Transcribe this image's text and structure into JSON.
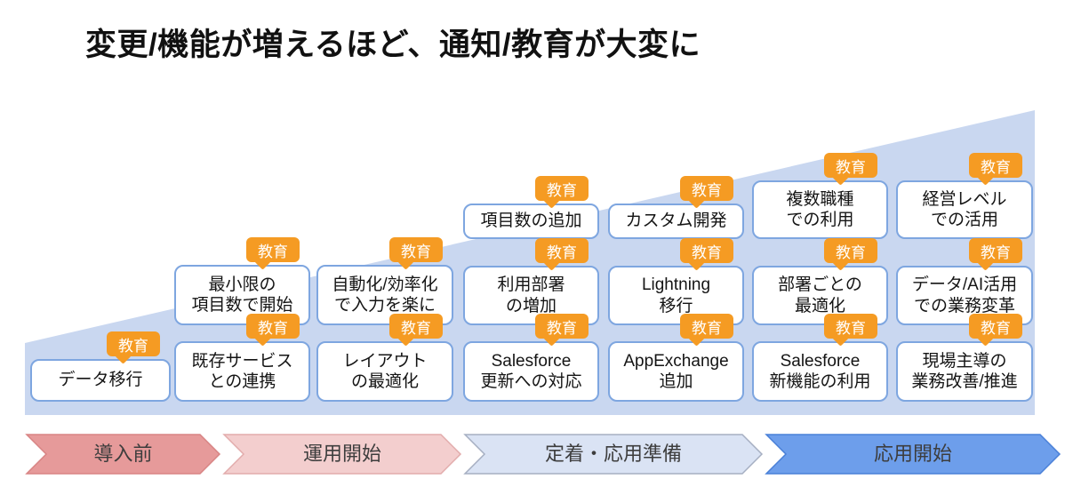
{
  "title": "変更/機能が増えるほど、通知/教育が大変に",
  "badge_label": "教育",
  "colors": {
    "badge": "#F59B23",
    "badgeText": "#FFFFFF",
    "wedge": "#C9D7F0",
    "boxBorder": "#7EA6E0",
    "boxBg": "#FFFFFF",
    "phaseText": "#3D3D3D"
  },
  "columns": [
    {
      "boxes": [
        {
          "label": "データ移行"
        }
      ]
    },
    {
      "boxes": [
        {
          "label": "最小限の\n項目数で開始"
        },
        {
          "label": "既存サービス\nとの連携"
        }
      ]
    },
    {
      "boxes": [
        {
          "label": "自動化/効率化\nで入力を楽に"
        },
        {
          "label": "レイアウト\nの最適化"
        }
      ]
    },
    {
      "boxes": [
        {
          "label": "項目数の追加"
        },
        {
          "label": "利用部署\nの増加"
        },
        {
          "label": "Salesforce\n更新への対応"
        }
      ]
    },
    {
      "boxes": [
        {
          "label": "カスタム開発"
        },
        {
          "label": "Lightning\n移行"
        },
        {
          "label": "AppExchange\n追加"
        }
      ]
    },
    {
      "boxes": [
        {
          "label": "複数職種\nでの利用"
        },
        {
          "label": "部署ごとの\n最適化"
        },
        {
          "label": "Salesforce\n新機能の利用"
        }
      ]
    },
    {
      "boxes": [
        {
          "label": "経営レベル\nでの活用"
        },
        {
          "label": "データ/AI活用\nでの業務変革"
        },
        {
          "label": "現場主導の\n業務改善/推進"
        }
      ]
    }
  ],
  "phases": [
    {
      "label": "導入前",
      "fill": "#E69A9A",
      "border": "#D88484"
    },
    {
      "label": "運用開始",
      "fill": "#F3CECE",
      "border": "#E2ACAC"
    },
    {
      "label": "定着・応用準備",
      "fill": "#DAE3F4",
      "border": "#A6AFC2"
    },
    {
      "label": "応用開始",
      "fill": "#6D9EEB",
      "border": "#4A80D8"
    }
  ]
}
